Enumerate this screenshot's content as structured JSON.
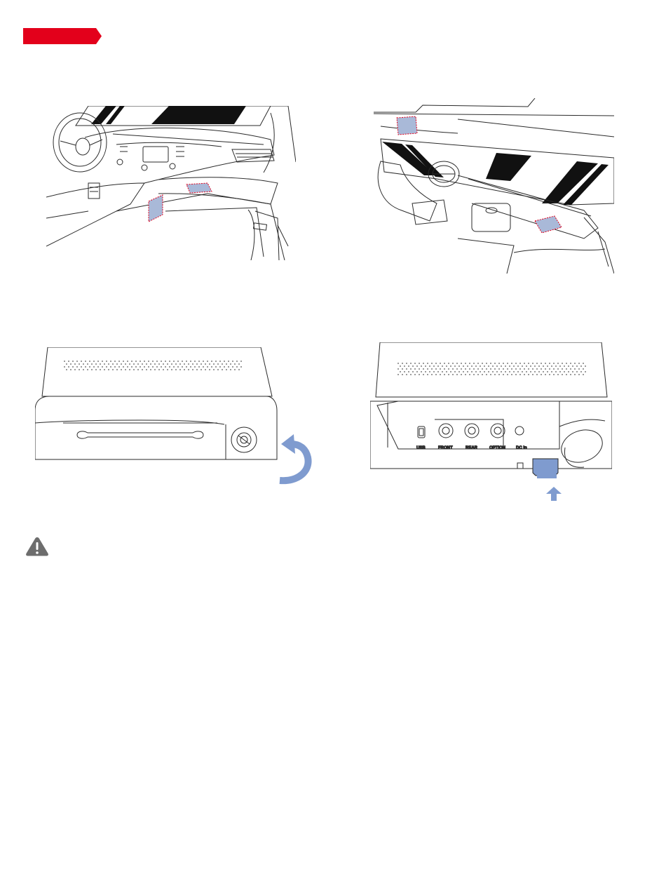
{
  "colors": {
    "accent_red": "#e3001b",
    "highlight_blue": "#7f9bcf",
    "highlight_fill": "#a9b9d8",
    "line": "#2a2a2a",
    "warning_gray": "#6d6d6d"
  },
  "device_ports": {
    "usb": "USB",
    "front": "FRONT",
    "rear": "REAR",
    "option": "OPTION",
    "dc_in": "DC in"
  },
  "icons": {
    "banner": "red-tab-banner",
    "warning": "warning-triangle-icon",
    "rotate": "curved-arrow-icon",
    "insert": "up-arrow-icon"
  }
}
